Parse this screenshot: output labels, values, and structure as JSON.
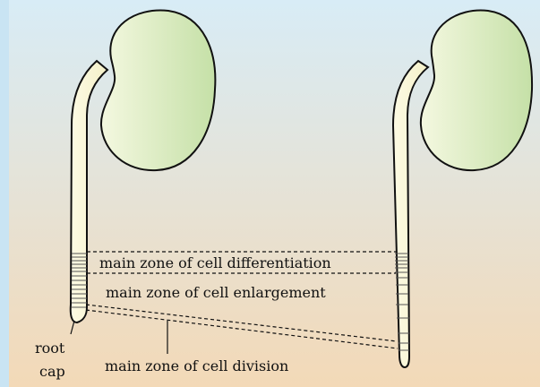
{
  "labels": {
    "differentiation": "main zone of cell differentiation",
    "enlargement": "main zone of cell enlargement",
    "division": "main zone of cell division",
    "root_cap_line1": "root",
    "root_cap_line2": "cap"
  },
  "colors": {
    "background_top": "#d8ecf6",
    "background_bottom": "#f3d9b7",
    "frame": "#c9e4f3",
    "cotyledon_light": "#f4f8e0",
    "cotyledon_dark": "#c5e0a7",
    "root_fill": "#fbf9dc",
    "outline": "#111111"
  }
}
